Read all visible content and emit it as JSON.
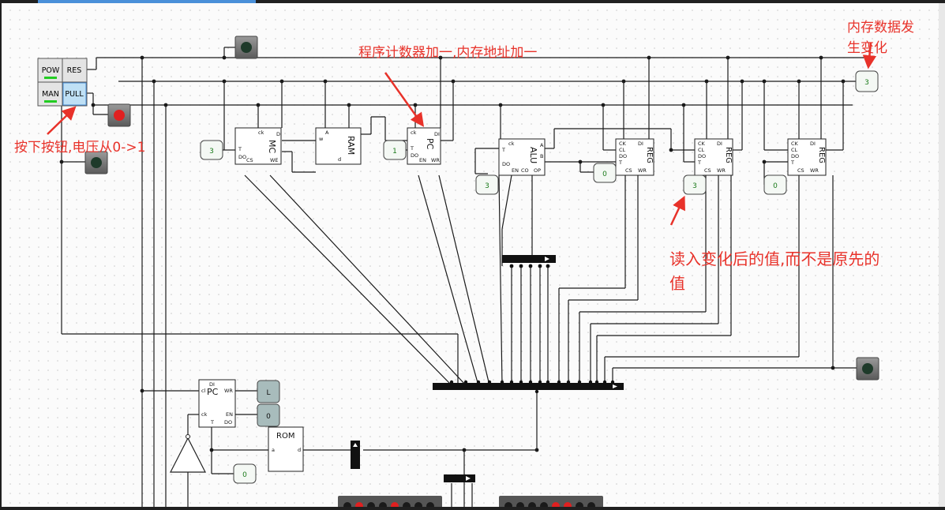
{
  "window": {
    "accent": "#4a90d9",
    "grid_bg": "#fbfbfb",
    "dark_edge": "#202020"
  },
  "controls": {
    "pow": "POW",
    "res": "RES",
    "man": "MAN",
    "pull": "PULL"
  },
  "components": {
    "mc": {
      "title": "MC",
      "pin_cs": "CS",
      "pin_ck": "ck",
      "pin_di": "DI",
      "pin_t": "T",
      "pin_do": "DO",
      "pin_we": "WE"
    },
    "ram": {
      "title": "RAM",
      "pin_a": "A",
      "pin_d": "d",
      "pin_w": "w"
    },
    "pc_top": {
      "title": "PC",
      "pin_ck": "ck",
      "pin_di": "DI",
      "pin_do": "DO",
      "pin_en": "EN",
      "pin_t": "T",
      "pin_wr": "WR"
    },
    "alu": {
      "title": "ALU",
      "pin_ck": "ck",
      "pin_a": "A",
      "pin_b": "B",
      "pin_t": "T",
      "pin_do": "DO",
      "pin_en": "EN",
      "pin_co": "CO",
      "pin_op": "OP"
    },
    "reg1": {
      "title": "REG",
      "pin_ck": "CK",
      "pin_cl": "CL",
      "pin_di": "DI",
      "pin_do": "DO",
      "pin_t": "T",
      "pin_cs": "CS",
      "pin_wr": "WR"
    },
    "reg2": {
      "title": "REG",
      "pin_ck": "CK",
      "pin_cl": "CL",
      "pin_di": "DI",
      "pin_do": "DO",
      "pin_t": "T",
      "pin_cs": "CS",
      "pin_wr": "WR"
    },
    "reg3": {
      "title": "REG",
      "pin_ck": "CK",
      "pin_cl": "CL",
      "pin_di": "DI",
      "pin_do": "DO",
      "pin_t": "T",
      "pin_cs": "CS",
      "pin_wr": "WR"
    },
    "pc_bottom": {
      "title": "PC",
      "pin_di": "DI",
      "pin_cl": "cl",
      "pin_wr": "WR",
      "pin_ck": "ck",
      "pin_en": "EN",
      "pin_t": "T",
      "pin_do": "DO"
    },
    "rom": {
      "title": "ROM",
      "pin_a": "a",
      "pin_d": "d"
    }
  },
  "values": {
    "mc_out": "3",
    "pc_out": "1",
    "alu_in": "3",
    "alu_out": "0",
    "reg2_in": "3",
    "reg3_in": "0",
    "mem_probe": "3",
    "pc_wr_led": "L",
    "pc_en_led": "0",
    "rom_out": "0"
  },
  "annotations": {
    "press_button": "按下按钮,电压从0->1",
    "pc_increment": "程序计数器加一,内存地址加一",
    "memory_changed_line1": "内存数据发",
    "memory_changed_line2": "生变化",
    "read_changed_line1": "读入变化后的值,而不是原先的",
    "read_changed_line2": "值"
  },
  "colors": {
    "annotation": "#e8322a",
    "wire": "#1a1a1a",
    "led_red": "#e02020",
    "led_green": "#22cc22",
    "button_dark": "#1e3a2a"
  }
}
